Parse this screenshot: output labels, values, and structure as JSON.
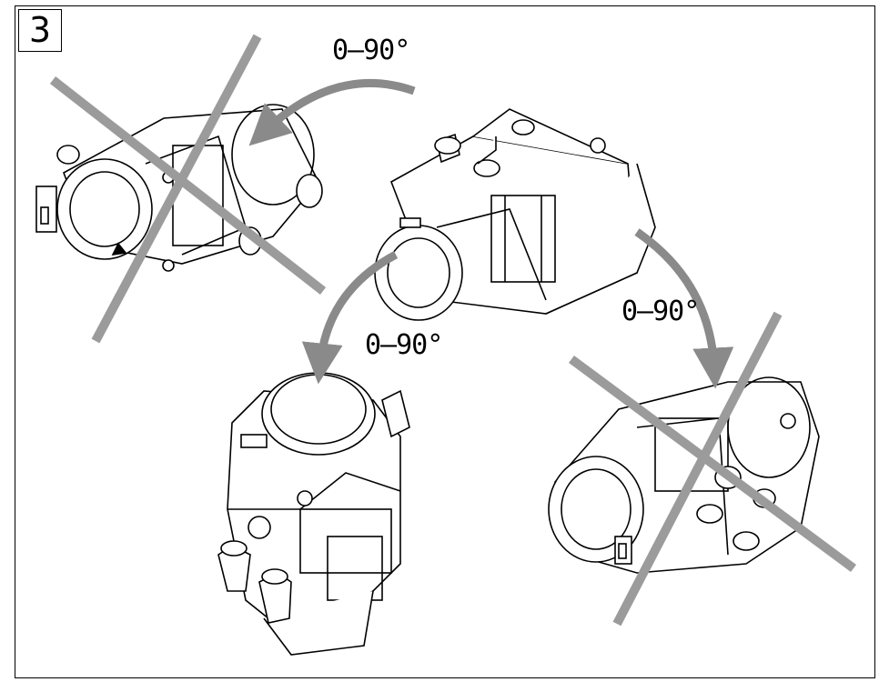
{
  "step_number": "3",
  "angles": {
    "top": "0–90°",
    "middle": "0–90°",
    "right": "0–90°"
  },
  "colors": {
    "line": "#000000",
    "cross": "#9b9b9b",
    "arrow": "#8a8a8a",
    "background": "#ffffff"
  },
  "icons": [
    "heater-unit-icon",
    "rotation-arrow-icon",
    "cross-out-icon"
  ]
}
